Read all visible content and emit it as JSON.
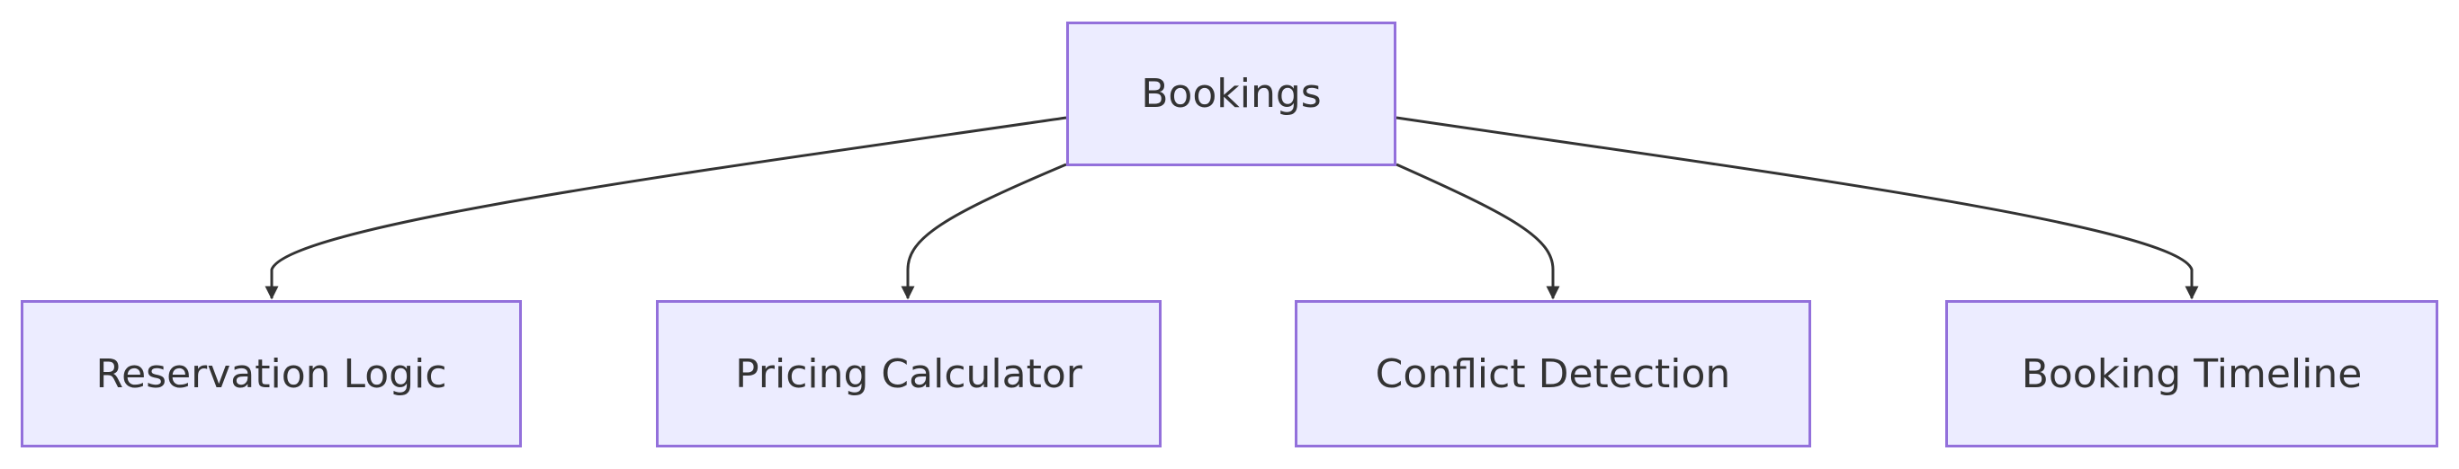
{
  "diagram": {
    "type": "flowchart-top-down",
    "colors": {
      "node_fill": "#ECECFF",
      "node_border": "#9370DB",
      "text": "#333333",
      "edge": "#333333"
    },
    "root": {
      "label": "Bookings"
    },
    "children": [
      {
        "label": "Reservation Logic"
      },
      {
        "label": "Pricing Calculator"
      },
      {
        "label": "Conflict Detection"
      },
      {
        "label": "Booking Timeline"
      }
    ],
    "edges": [
      {
        "from": "Bookings",
        "to": "Reservation Logic"
      },
      {
        "from": "Bookings",
        "to": "Pricing Calculator"
      },
      {
        "from": "Bookings",
        "to": "Conflict Detection"
      },
      {
        "from": "Bookings",
        "to": "Booking Timeline"
      }
    ]
  }
}
